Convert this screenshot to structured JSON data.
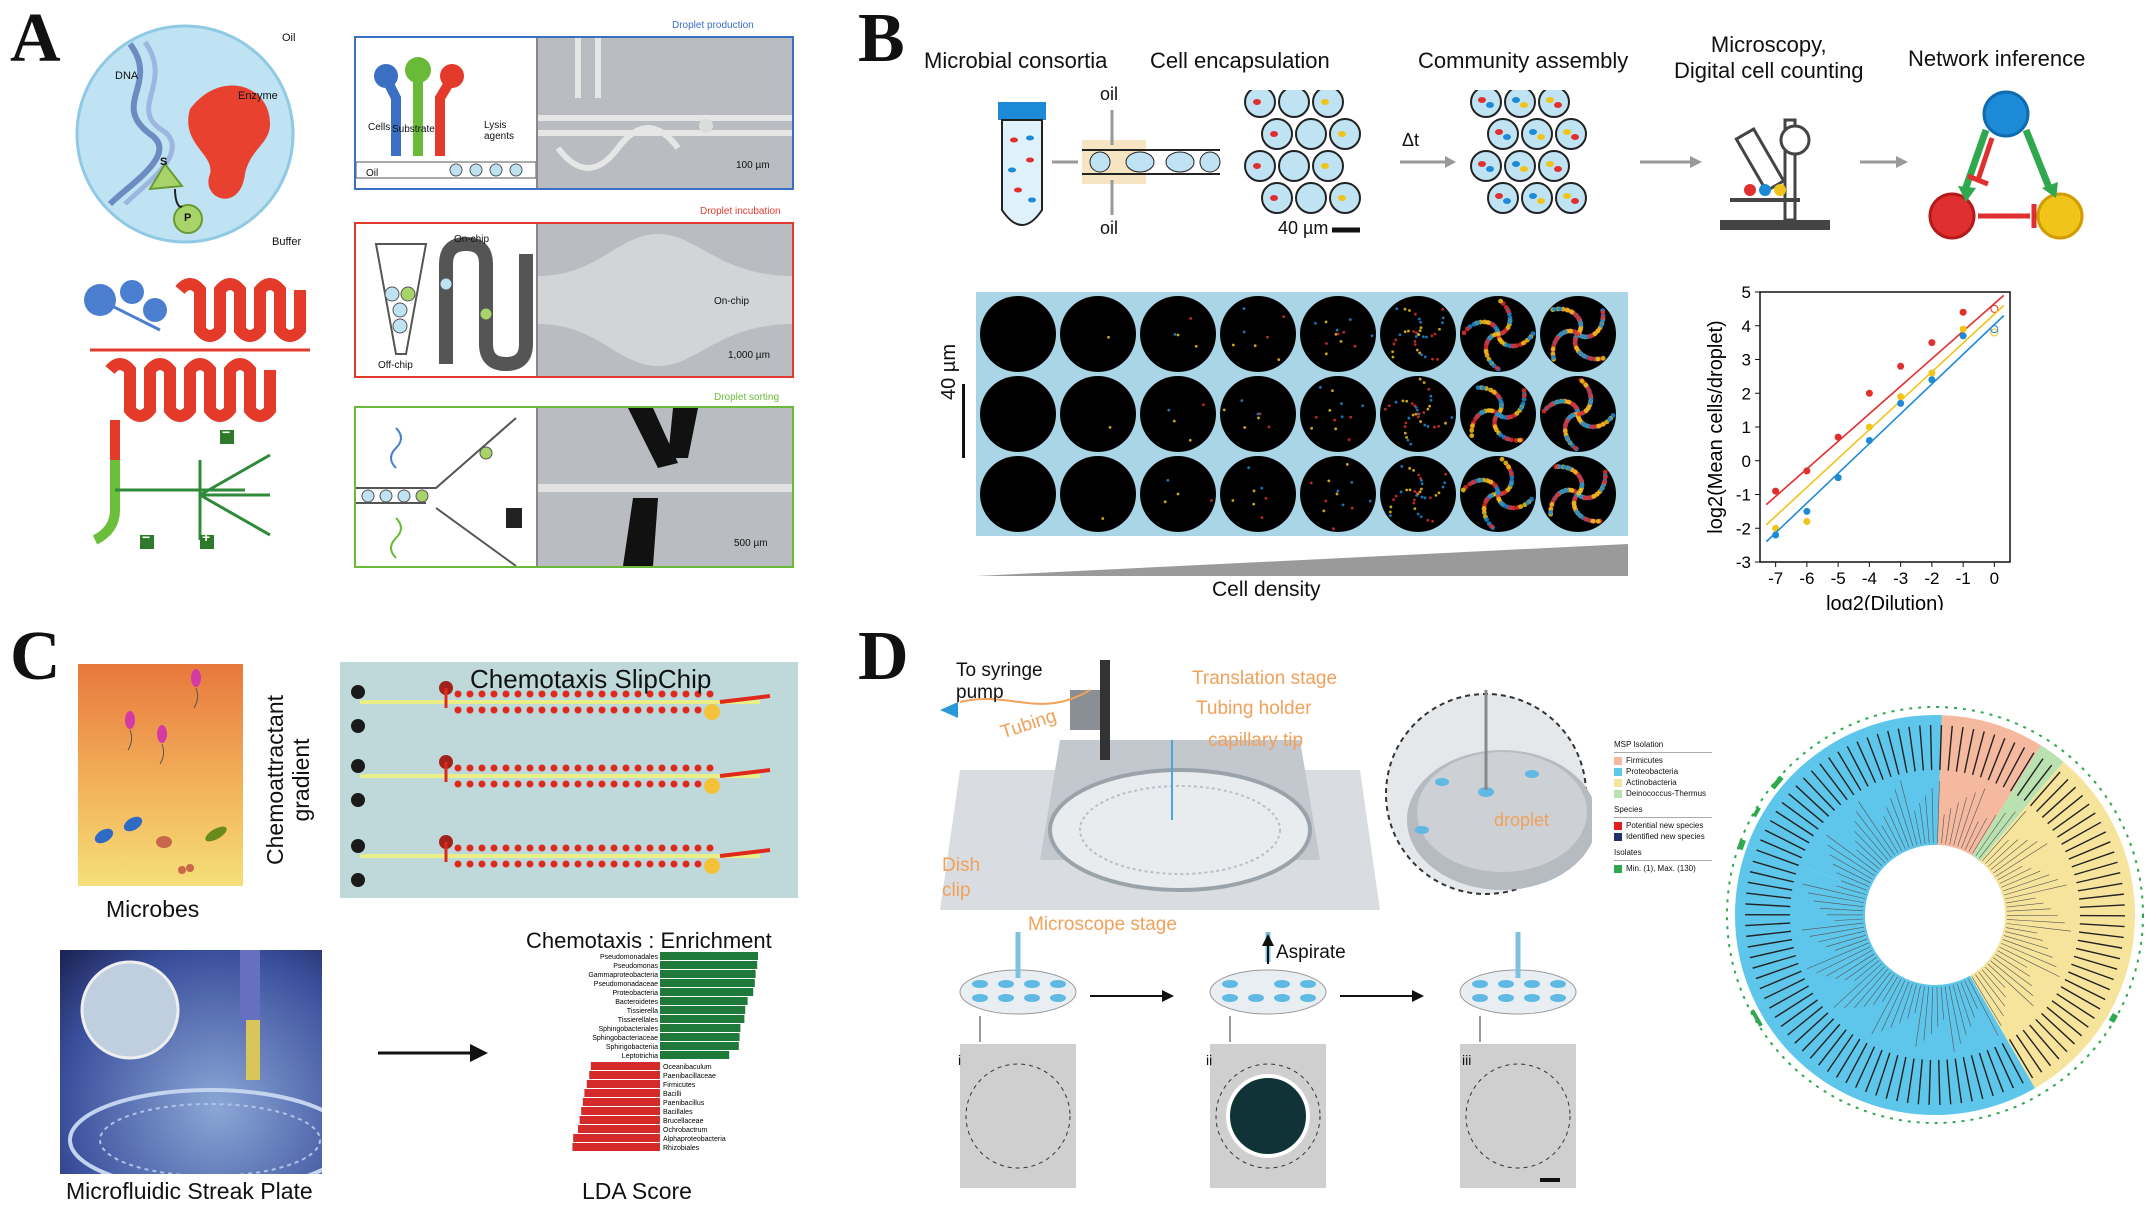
{
  "panels": {
    "a": "A",
    "b": "B",
    "c": "C",
    "d": "D"
  },
  "panelA": {
    "sphere": {
      "oil": "Oil",
      "dna": "DNA",
      "enzyme": "Enzyme",
      "s": "S",
      "p": "P",
      "buffer": "Buffer"
    },
    "production": {
      "title": "Droplet production",
      "substrate": "Substrate",
      "cells": "Cells",
      "lysis": "Lysis\nagents",
      "oil": "Oil",
      "scale": "100 µm"
    },
    "incubation": {
      "title": "Droplet incubation",
      "onchip": "On-chip",
      "offchip": "Off-chip",
      "onchip_micro": "On-chip",
      "scale": "1,000 µm"
    },
    "sorting": {
      "title": "Droplet sorting",
      "scale": "500 µm"
    },
    "chip_signs": {
      "minus1": "−",
      "minus2": "−",
      "plus": "+"
    },
    "colors": {
      "production": "#3b6fc4",
      "incubation": "#e23b2e",
      "sorting": "#6aba3a"
    }
  },
  "panelB": {
    "steps": [
      "Microbial consortia",
      "Cell encapsulation",
      "Community assembly",
      "Microscopy,\nDigital cell counting",
      "Network inference"
    ],
    "oil_top": "oil",
    "oil_bottom": "oil",
    "scale_40": "40 µm",
    "dt": "Δt",
    "grid_scale": "40 µm",
    "cell_density": "Cell density",
    "colors": {
      "blue": "#1c8ad6",
      "red": "#e02f2f",
      "yellow": "#f0c419",
      "green": "#2fa84f"
    }
  },
  "panelC": {
    "microbes": "Microbes",
    "gradient": "Chemoattractant\ngradient",
    "slipchip": "Chemotaxis SlipChip",
    "streak": "Microfluidic Streak Plate",
    "lda_title": "Chemotaxis : Enrichment",
    "lda_label": "LDA Score",
    "taxa_green": [
      "Pseudomonadales",
      "Pseudomonas",
      "Gammaproteobacteria",
      "Pseudomonadaceae",
      "Proteobacteria",
      "Bacteroidetes",
      "Tissierella",
      "Tissierellales",
      "Sphingobacteriales",
      "Sphingobacteriaceae",
      "Sphingobacteriia",
      "Leptotrichia"
    ],
    "taxa_red": [
      "Oceanibaculum",
      "Paenibacillaceae",
      "Firmicutes",
      "Bacilli",
      "Paenibacillus",
      "Bacillales",
      "Brucellaceae",
      "Ochrobactrum",
      "Alphaproteobacteria",
      "Rhizobiales"
    ],
    "green_scores": [
      5.0,
      4.95,
      4.85,
      4.8,
      4.7,
      4.35,
      4.2,
      4.15,
      3.9,
      3.85,
      3.8,
      3.2
    ],
    "red_scores": [
      3.2,
      3.3,
      3.45,
      3.6,
      3.7,
      3.8,
      3.9,
      4.0,
      4.3,
      4.35
    ]
  },
  "panelD": {
    "syringe": "To syringe\npump",
    "tubing": "Tubing",
    "translation": "Translation stage",
    "holder": "Tubing holder",
    "capillary": "capillary tip",
    "dish": "Dish\nclip",
    "stage": "Microscope stage",
    "droplet": "droplet",
    "aspirate": "Aspirate",
    "roman": [
      "i",
      "ii",
      "iii"
    ],
    "legend": {
      "msp_title": "MSP Isolation",
      "msp": [
        "Firmicutes",
        "Proteobacteria",
        "Actinobacteria",
        "Deinococcus-Thermus"
      ],
      "msp_colors": [
        "#f5b9a0",
        "#5ec6ea",
        "#f7e49c",
        "#b9e2b0"
      ],
      "species_title": "Species",
      "species": [
        "Potential new species",
        "Identified new species"
      ],
      "species_colors": [
        "#e02020",
        "#1f2f6e"
      ],
      "isolates_title": "Isolates",
      "isolates": [
        "Min. (1), Max. (130)"
      ],
      "isolates_color": "#2fa84f"
    }
  },
  "chart_data": {
    "type": "scatter",
    "xlabel": "log2(Dilution)",
    "ylabel": "log2(Mean cells/droplet)",
    "xlim": [
      -7.5,
      0.5
    ],
    "ylim": [
      -3,
      5
    ],
    "xticks": [
      -7,
      -6,
      -5,
      -4,
      -3,
      -2,
      -1,
      0
    ],
    "yticks": [
      -3,
      -2,
      -1,
      0,
      1,
      2,
      3,
      4,
      5
    ],
    "grid": false,
    "series": [
      {
        "color": "#e02f2f",
        "x": [
          -7,
          -6,
          -5,
          -4,
          -3,
          -2,
          -1,
          0
        ],
        "y": [
          -0.9,
          -0.3,
          0.7,
          2.0,
          2.8,
          3.5,
          4.4,
          4.5
        ],
        "fit": [
          [
            -7.3,
            -1.3
          ],
          [
            0.3,
            4.9
          ]
        ]
      },
      {
        "color": "#f0c419",
        "x": [
          -7,
          -6,
          -5,
          -4,
          -3,
          -2,
          -1,
          0
        ],
        "y": [
          -2.0,
          -1.8,
          -0.5,
          1.0,
          1.9,
          2.6,
          3.9,
          3.8
        ],
        "fit": [
          [
            -7.3,
            -1.9
          ],
          [
            0.3,
            4.6
          ]
        ]
      },
      {
        "color": "#1c8ad6",
        "x": [
          -7,
          -6,
          -5,
          -4,
          -3,
          -2,
          -1,
          0
        ],
        "y": [
          -2.2,
          -1.5,
          -0.5,
          0.6,
          1.7,
          2.4,
          3.7,
          3.9
        ],
        "fit": [
          [
            -7.3,
            -2.4
          ],
          [
            0.3,
            4.3
          ]
        ]
      }
    ]
  }
}
